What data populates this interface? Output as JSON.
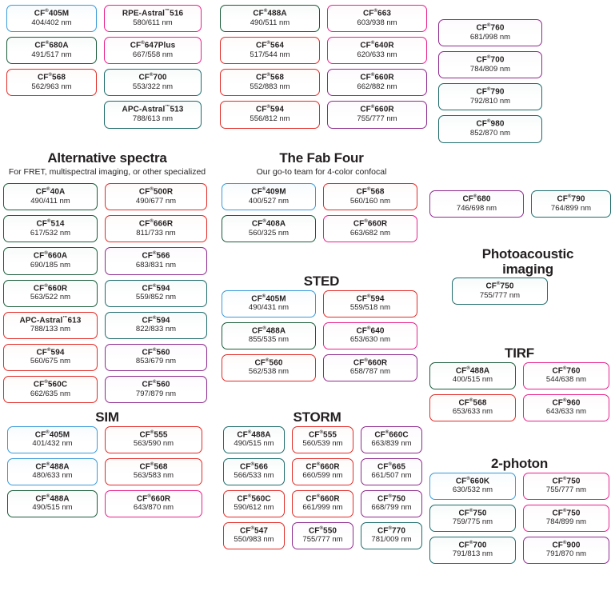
{
  "meta": {
    "trademark": "®",
    "unit": "nm",
    "colors": {
      "blue": "#3a9ad9",
      "green": "#1a5c3a",
      "teal": "#1e6b6b",
      "red": "#e12b26",
      "pink": "#e8208c",
      "purple": "#8e2a8e",
      "text": "#231f20",
      "background": "#ffffff"
    }
  },
  "sections": {
    "top_left": {
      "title": "",
      "subtitle": "",
      "columns": [
        {
          "chips": [
            {
              "name": "CF®405M",
              "spec": "404/402 nm",
              "color": "blue"
            },
            {
              "name": "CF®680A",
              "spec": "491/517 nm",
              "color": "green"
            },
            {
              "name": "CF®568",
              "spec": "562/963 nm",
              "color": "red"
            }
          ]
        },
        {
          "chips": [
            {
              "name": "RPE-Astral™516",
              "spec": "580/611 nm",
              "color": "pink"
            },
            {
              "name": "CF®647Plus",
              "spec": "667/558 nm",
              "color": "pink"
            },
            {
              "name": "CF®700",
              "spec": "553/322 nm",
              "color": "teal"
            },
            {
              "name": "APC-Astral™513",
              "spec": "788/613 nm",
              "color": "teal"
            }
          ]
        }
      ]
    },
    "top_middle": {
      "title": "",
      "subtitle": "",
      "columns": [
        {
          "chips": [
            {
              "name": "CF®488A",
              "spec": "490/511 nm",
              "color": "green"
            },
            {
              "name": "CF®564",
              "spec": "517/544 nm",
              "color": "red"
            },
            {
              "name": "CF®568",
              "spec": "552/883 nm",
              "color": "red"
            },
            {
              "name": "CF®594",
              "spec": "556/812 nm",
              "color": "red"
            }
          ]
        },
        {
          "chips": [
            {
              "name": "CF®663",
              "spec": "603/938 nm",
              "color": "pink"
            },
            {
              "name": "CF®640R",
              "spec": "620/633 nm",
              "color": "pink"
            },
            {
              "name": "CF®660R",
              "spec": "662/882 nm",
              "color": "purple"
            },
            {
              "name": "CF®660R",
              "spec": "755/777 nm",
              "color": "purple"
            }
          ]
        }
      ]
    },
    "top_right": {
      "title": "",
      "subtitle": "",
      "columns": [
        {
          "chips": [
            {
              "name": "CF®760",
              "spec": "681/998 nm",
              "color": "purple"
            },
            {
              "name": "CF®700",
              "spec": "784/809 nm",
              "color": "purple"
            },
            {
              "name": "CF®790",
              "spec": "792/810 nm",
              "color": "teal"
            },
            {
              "name": "CF®980",
              "spec": "852/870 nm",
              "color": "teal"
            }
          ]
        }
      ]
    },
    "alternative_spectra": {
      "title": "Alternative spectra",
      "subtitle": "For FRET, multispectral imaging, or other specialized",
      "columns": [
        {
          "chips": [
            {
              "name": "CF®40A",
              "spec": "490/411 nm",
              "color": "green"
            },
            {
              "name": "CF®514",
              "spec": "617/532 nm",
              "color": "green"
            },
            {
              "name": "CF®660A",
              "spec": "690/185 nm",
              "color": "green"
            },
            {
              "name": "CF®660R",
              "spec": "563/522 nm",
              "color": "green"
            },
            {
              "name": "APC-Astral™613",
              "spec": "788/133 nm",
              "color": "red"
            },
            {
              "name": "CF®594",
              "spec": "560/675 nm",
              "color": "red"
            },
            {
              "name": "CF®560C",
              "spec": "662/635 nm",
              "color": "red"
            }
          ]
        },
        {
          "chips": [
            {
              "name": "CF®500R",
              "spec": "490/677 nm",
              "color": "red"
            },
            {
              "name": "CF®666R",
              "spec": "811/733 nm",
              "color": "red"
            },
            {
              "name": "CF®566",
              "spec": "683/831 nm",
              "color": "purple"
            },
            {
              "name": "CF®594",
              "spec": "559/852 nm",
              "color": "teal"
            },
            {
              "name": "CF®594",
              "spec": "822/833 nm",
              "color": "teal"
            },
            {
              "name": "CF®560",
              "spec": "853/679 nm",
              "color": "purple"
            },
            {
              "name": "CF®560",
              "spec": "797/879 nm",
              "color": "purple"
            }
          ]
        }
      ]
    },
    "fab_four": {
      "title": "The Fab Four",
      "subtitle": "Our go-to team for 4-color confocal",
      "columns": [
        {
          "chips": [
            {
              "name": "CF®409M",
              "spec": "400/527 nm",
              "color": "blue"
            },
            {
              "name": "CF®408A",
              "spec": "560/325 nm",
              "color": "green"
            }
          ]
        },
        {
          "chips": [
            {
              "name": "CF®568",
              "spec": "560/160 nm",
              "color": "red"
            },
            {
              "name": "CF®660R",
              "spec": "663/682 nm",
              "color": "pink"
            }
          ]
        }
      ]
    },
    "sted": {
      "title": "STED",
      "subtitle": "",
      "columns": [
        {
          "chips": [
            {
              "name": "CF®405M",
              "spec": "490/431 nm",
              "color": "blue"
            },
            {
              "name": "CF®488A",
              "spec": "855/535 nm",
              "color": "green"
            },
            {
              "name": "CF®560",
              "spec": "562/538 nm",
              "color": "red"
            }
          ]
        },
        {
          "chips": [
            {
              "name": "CF®594",
              "spec": "559/518 nm",
              "color": "red"
            },
            {
              "name": "CF®640",
              "spec": "653/630 nm",
              "color": "pink"
            },
            {
              "name": "CF®660R",
              "spec": "658/787 nm",
              "color": "purple"
            }
          ]
        }
      ]
    },
    "sim": {
      "title": "SIM",
      "subtitle": "",
      "columns": [
        {
          "chips": [
            {
              "name": "CF®405M",
              "spec": "401/432 nm",
              "color": "blue"
            },
            {
              "name": "CF®488A",
              "spec": "480/633 nm",
              "color": "blue"
            },
            {
              "name": "CF®488A",
              "spec": "490/515 nm",
              "color": "green"
            }
          ]
        },
        {
          "chips": [
            {
              "name": "CF®555",
              "spec": "563/590 nm",
              "color": "red"
            },
            {
              "name": "CF®568",
              "spec": "563/583 nm",
              "color": "red"
            },
            {
              "name": "CF®660R",
              "spec": "643/870 nm",
              "color": "pink"
            }
          ]
        }
      ]
    },
    "storm": {
      "title": "STORM",
      "subtitle": "",
      "columns": [
        {
          "chips": [
            {
              "name": "CF®488A",
              "spec": "490/515 nm",
              "color": "teal"
            },
            {
              "name": "CF®566",
              "spec": "566/533 nm",
              "color": "teal"
            },
            {
              "name": "CF®560C",
              "spec": "590/612 nm",
              "color": "red"
            },
            {
              "name": "CF®547",
              "spec": "550/983 nm",
              "color": "red"
            }
          ]
        },
        {
          "chips": [
            {
              "name": "CF®555",
              "spec": "560/539 nm",
              "color": "red"
            },
            {
              "name": "CF®660R",
              "spec": "660/599 nm",
              "color": "red"
            },
            {
              "name": "CF®660R",
              "spec": "661/999 nm",
              "color": "red"
            },
            {
              "name": "CF®550",
              "spec": "755/777 nm",
              "color": "purple"
            }
          ]
        },
        {
          "chips": [
            {
              "name": "CF®660C",
              "spec": "663/839 nm",
              "color": "purple"
            },
            {
              "name": "CF®665",
              "spec": "661/507 nm",
              "color": "purple"
            },
            {
              "name": "CF®750",
              "spec": "668/799 nm",
              "color": "purple"
            },
            {
              "name": "CF®770",
              "spec": "781/009 nm",
              "color": "teal"
            }
          ]
        }
      ]
    },
    "right_pair": {
      "title": "",
      "subtitle": "",
      "columns": [
        {
          "chips": [
            {
              "name": "CF®680",
              "spec": "746/698 nm",
              "color": "purple"
            }
          ]
        },
        {
          "chips": [
            {
              "name": "CF®790",
              "spec": "764/899 nm",
              "color": "teal"
            }
          ]
        }
      ]
    },
    "photoacoustic": {
      "title": "Photoacoustic imaging",
      "title_line1": "Photoacoustic",
      "title_line2": "imaging",
      "subtitle": "",
      "columns": [
        {
          "chips": [
            {
              "name": "CF®750",
              "spec": "755/777 nm",
              "color": "teal"
            }
          ]
        }
      ]
    },
    "tirf": {
      "title": "TIRF",
      "subtitle": "",
      "columns": [
        {
          "chips": [
            {
              "name": "CF®488A",
              "spec": "400/515 nm",
              "color": "green"
            },
            {
              "name": "CF®568",
              "spec": "653/633 nm",
              "color": "red"
            }
          ]
        },
        {
          "chips": [
            {
              "name": "CF®760",
              "spec": "544/638 nm",
              "color": "pink"
            },
            {
              "name": "CF®960",
              "spec": "643/633 nm",
              "color": "pink"
            }
          ]
        }
      ]
    },
    "two_photon": {
      "title": "2-photon",
      "subtitle": "",
      "columns": [
        {
          "chips": [
            {
              "name": "CF®660K",
              "spec": "630/532 nm",
              "color": "blue"
            },
            {
              "name": "CF®750",
              "spec": "759/775 nm",
              "color": "teal"
            },
            {
              "name": "CF®700",
              "spec": "791/813 nm",
              "color": "teal"
            }
          ]
        },
        {
          "chips": [
            {
              "name": "CF®750",
              "spec": "755/777 nm",
              "color": "pink"
            },
            {
              "name": "CF®750",
              "spec": "784/899 nm",
              "color": "pink"
            },
            {
              "name": "CF®900",
              "spec": "791/870 nm",
              "color": "purple"
            }
          ]
        }
      ]
    }
  }
}
